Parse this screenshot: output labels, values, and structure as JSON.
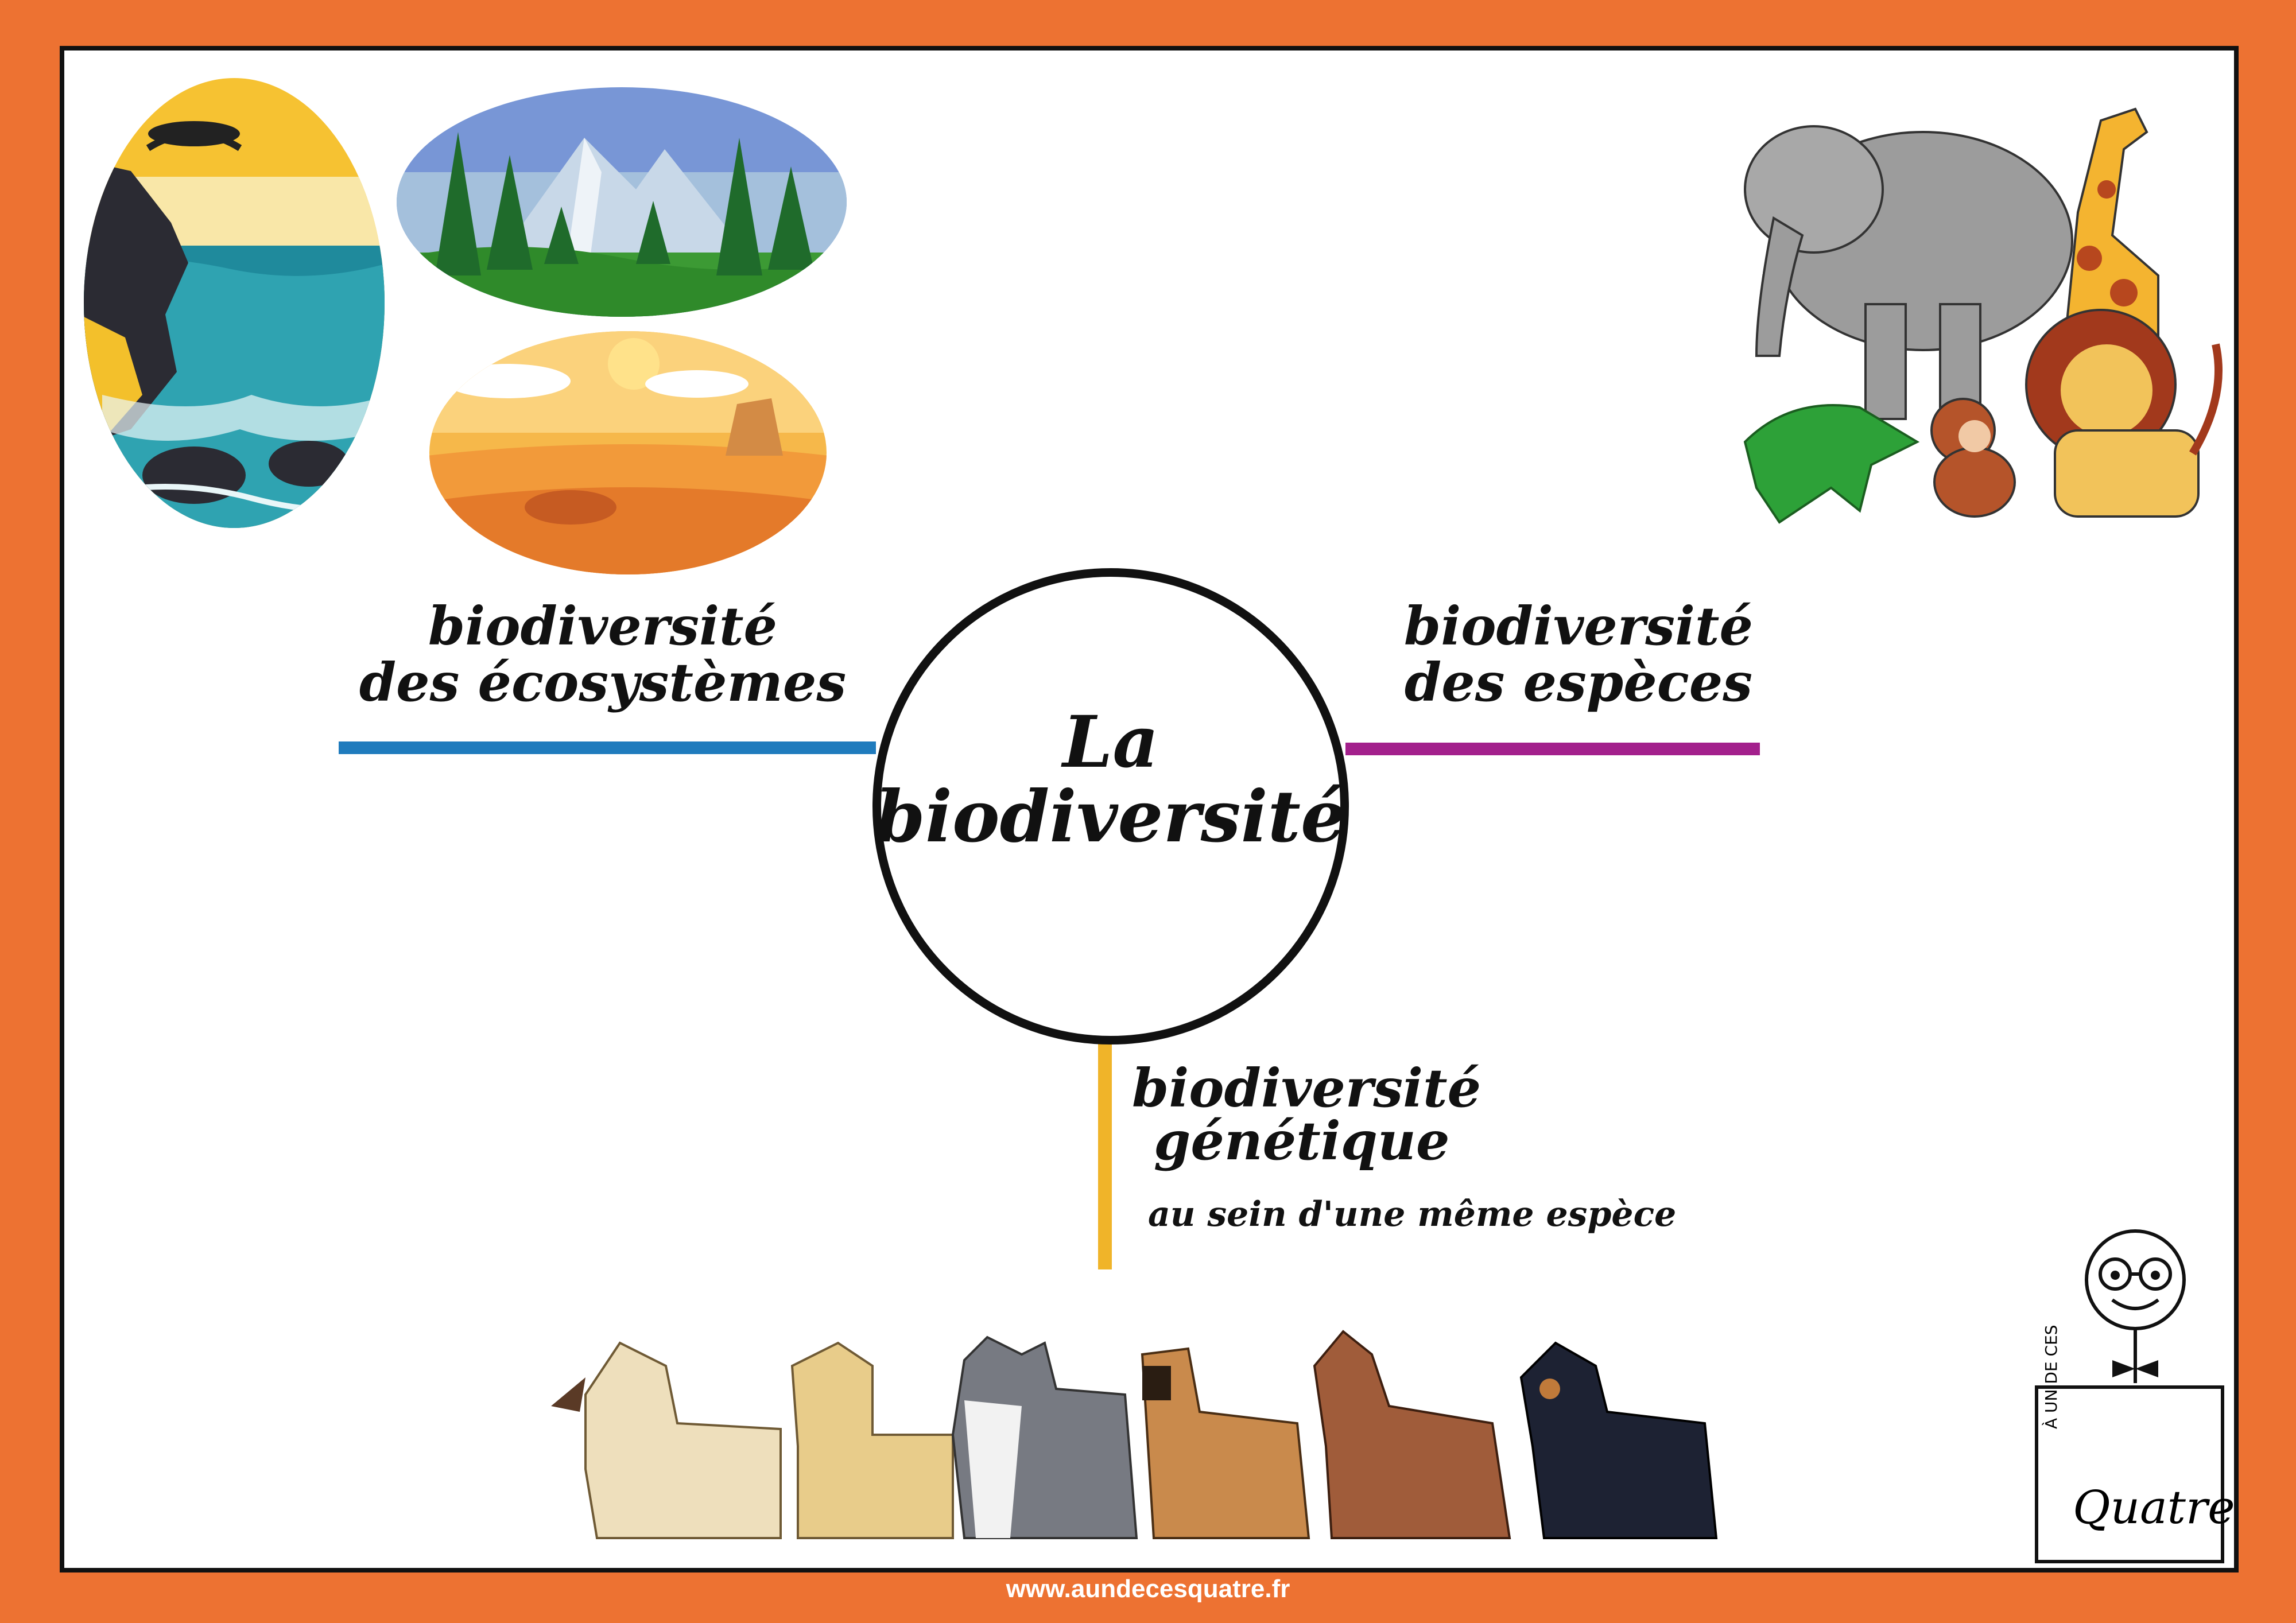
{
  "title": {
    "line1": "La",
    "line2": "biodiversité"
  },
  "branches": {
    "ecosystems": {
      "line1": "biodiversité",
      "line2": "des écosystèmes",
      "color": "#1f7bbd"
    },
    "species": {
      "line1": "biodiversité",
      "line2": "des espèces",
      "color": "#a3208c"
    },
    "genetic": {
      "line1": "biodiversité",
      "line2": "génétique",
      "subtitle": "au sein d'une même espèce",
      "color": "#f0b429"
    }
  },
  "logo": {
    "top_text": "À UN DE CES",
    "main_text": "Quatre"
  },
  "footer": {
    "url": "www.aundecesquatre.fr"
  },
  "colors": {
    "frame": "#ed7232",
    "background": "#ffffff"
  },
  "illustrations": {
    "ecosystems": [
      "coast-scene",
      "mountain-forest-scene",
      "desert-scene"
    ],
    "species": [
      "elephant",
      "giraffe",
      "lion",
      "crocodile",
      "monkey"
    ],
    "dogs": [
      "afghan-hound",
      "labrador",
      "husky",
      "boxer",
      "doberman",
      "rottweiler"
    ]
  }
}
